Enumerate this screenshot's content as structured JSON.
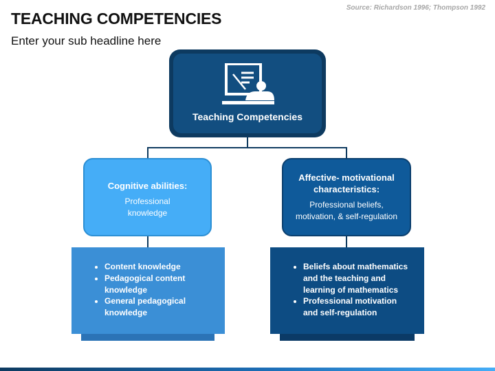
{
  "header": {
    "title": "TEACHING COMPETENCIES",
    "subtitle": "Enter your sub headline here",
    "source": "Source: Richardson 1996; Thompson 1992"
  },
  "root": {
    "label": "Teaching Competencies",
    "icon": "teacher-board-icon"
  },
  "left_branch": {
    "title": "Cognitive abilities:",
    "description": "Professional knowledge",
    "items": [
      "Content knowledge",
      "Pedagogical content knowledge",
      "General pedagogical knowledge"
    ]
  },
  "right_branch": {
    "title": "Affective- motivational characteristics:",
    "description": "Professional beliefs, motivation, & self-regulation",
    "items": [
      "Beliefs about mathematics and the teaching and learning of mathematics",
      "Professional motivation and self-regulation"
    ]
  },
  "colors": {
    "dark_navy": "#0d3a60",
    "navy": "#124e80",
    "light_blue": "#45adf7",
    "medium_blue": "#3b8fd6",
    "deep_blue": "#0d4c83"
  }
}
